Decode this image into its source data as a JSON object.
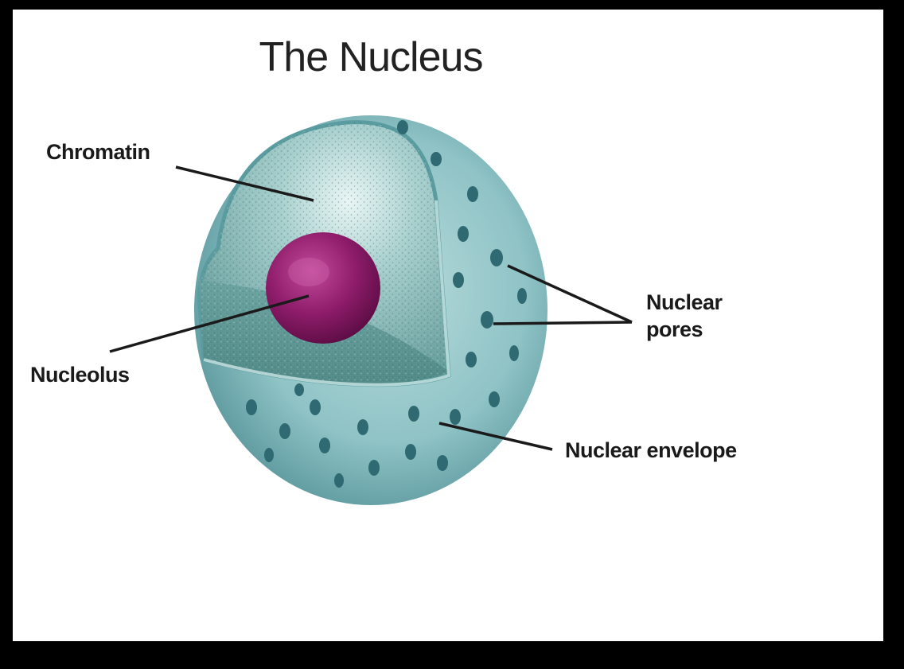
{
  "title": "The Nucleus",
  "labels": {
    "chromatin": "Chromatin",
    "nucleolus": "Nucleolus",
    "nuclear_pores_line1": "Nuclear",
    "nuclear_pores_line2": "pores",
    "nuclear_envelope": "Nuclear envelope"
  },
  "colors": {
    "frame": "#000000",
    "background": "#ffffff",
    "envelope": "#8fc3c6",
    "envelope_dark": "#4e8d93",
    "chromatin": "#8dbcbb",
    "nucleolus": "#8e1c6a",
    "pore": "#2f6a72",
    "leader_line": "#1a1a1a"
  }
}
